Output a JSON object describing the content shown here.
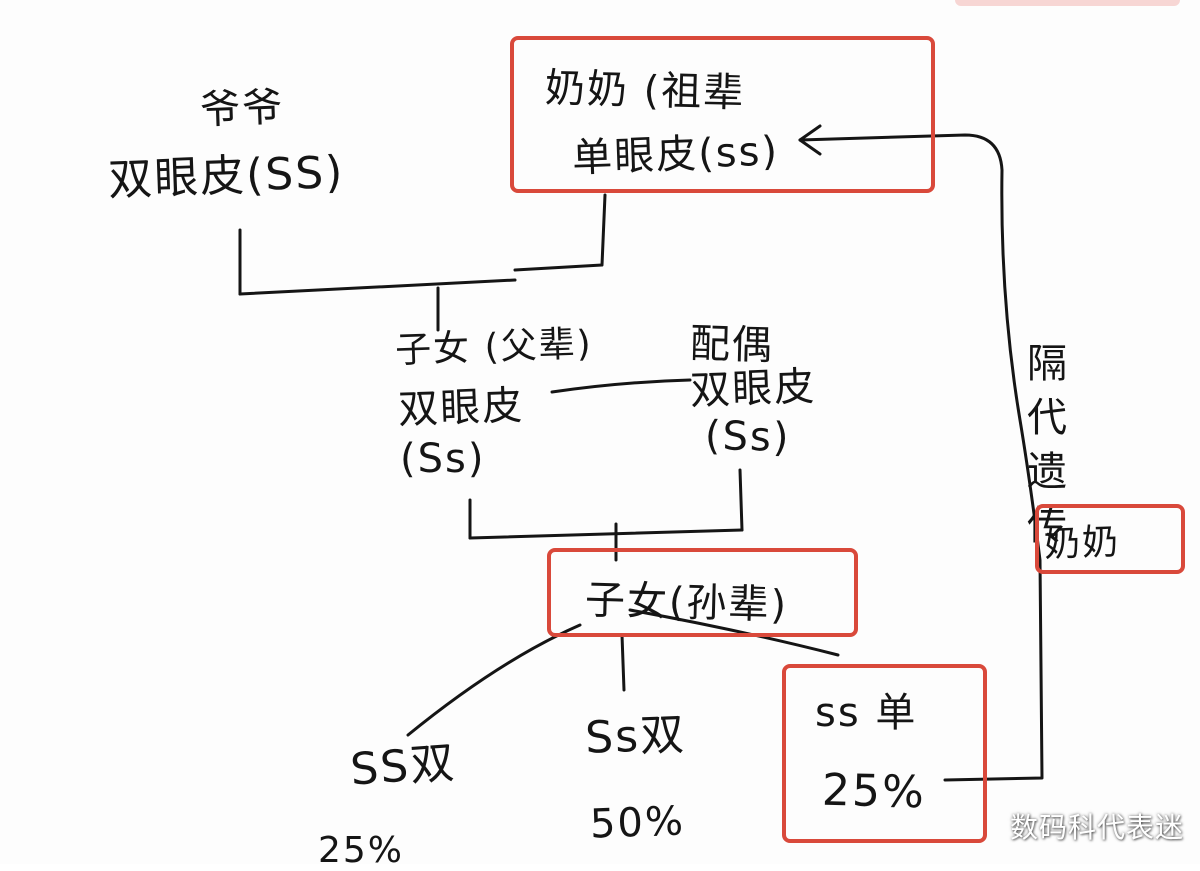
{
  "grandfather": {
    "title": "爷爷",
    "trait": "双眼皮(SS)"
  },
  "grandmother": {
    "title": "奶奶 (祖辈",
    "trait": "单眼皮(ss)"
  },
  "parent": {
    "title": "子女 (父辈)",
    "trait": "双眼皮",
    "genotype": "(Ss)"
  },
  "spouse": {
    "title": "配偶",
    "trait": "双眼皮",
    "genotype": "(Ss)"
  },
  "grandchild": {
    "title": "子女(孙辈)"
  },
  "outcomes": [
    {
      "label": "SS双",
      "percent": "25%"
    },
    {
      "label": "Ss双",
      "percent": "50%"
    },
    {
      "label": "ss 单",
      "percent": "25%"
    }
  ],
  "side_label": "隔代遗传",
  "side_box": "奶奶",
  "watermark": "数码科代表迷",
  "colors": {
    "highlight": "#d9493b",
    "ink": "#151515"
  }
}
